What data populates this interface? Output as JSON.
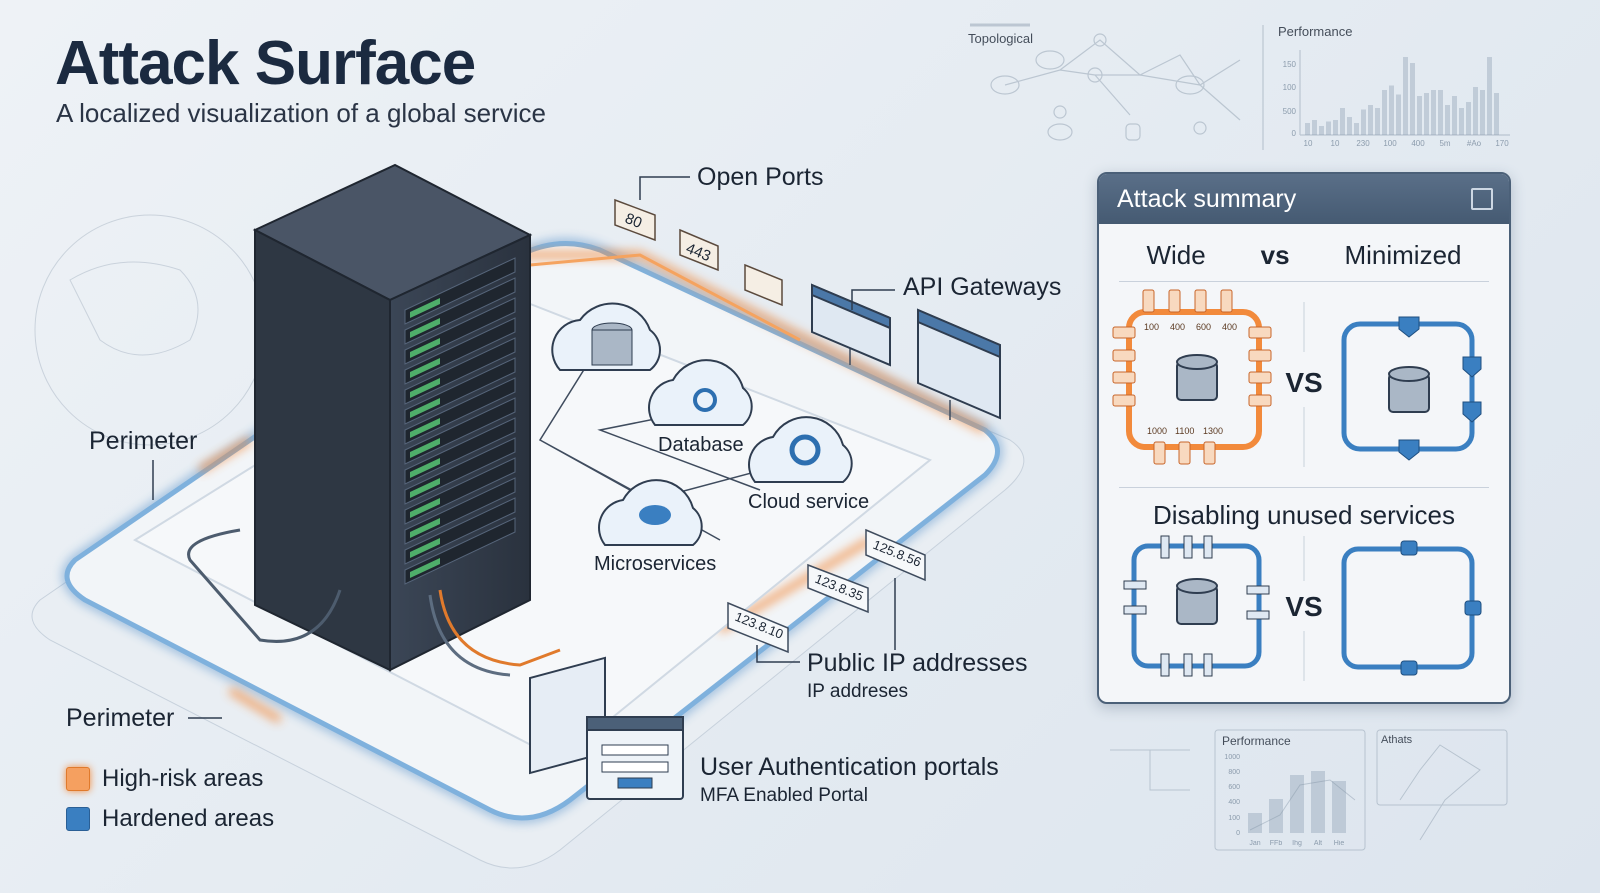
{
  "header": {
    "title": "Attack Surface",
    "subtitle": "A localized visualization of a global service"
  },
  "labels": {
    "open_ports": "Open Ports",
    "ports": [
      "80",
      "443",
      ""
    ],
    "api_gateways": "API Gateways",
    "database": "Database",
    "cloud_service": "Cloud service",
    "microservices": "Microservices",
    "perimeter_upper": "Perimeter",
    "perimeter_lower": "Perimeter",
    "public_ip": "Public IP addresses",
    "public_ip_sub": "IP addreses",
    "ips": [
      "125.8.56",
      "123.8.35",
      "123.8.10"
    ],
    "auth": "User Authentication portals",
    "auth_sub": "MFA Enabled Portal"
  },
  "legend": [
    {
      "label": "High-risk areas",
      "color": "#f28a3c"
    },
    {
      "label": "Hardened areas",
      "color": "#3a7fc1"
    }
  ],
  "summary": {
    "title": "Attack summary",
    "wide": "Wide",
    "vs": "vs",
    "minimized": "Minimized",
    "vs_big": "VS",
    "wide_top": [
      "100",
      "400",
      "600",
      "400"
    ],
    "wide_bottom": [
      "1000",
      "1100",
      "1300"
    ],
    "disabling": "Disabling unused services"
  },
  "background": {
    "topological": "Topological",
    "performance_top": "Performance",
    "perf_top_yticks": [
      "150",
      "100",
      "500",
      "0"
    ],
    "perf_top_xticks": [
      "10",
      "10",
      "230",
      "100",
      "400",
      "5m",
      "#Ao",
      "170"
    ],
    "performance_bottom": "Performance",
    "perf_bottom_yticks": [
      "1000",
      "800",
      "600",
      "400",
      "100",
      "0"
    ],
    "perf_bottom_x": [
      "Jan",
      "FFb",
      "Ihg",
      "Alt",
      "Hie"
    ],
    "athats": "Athats"
  },
  "colors": {
    "high_risk": "#f28a3c",
    "hardened": "#3a7fc1",
    "title": "#1b2a40",
    "panel_header": "#4b6078"
  }
}
